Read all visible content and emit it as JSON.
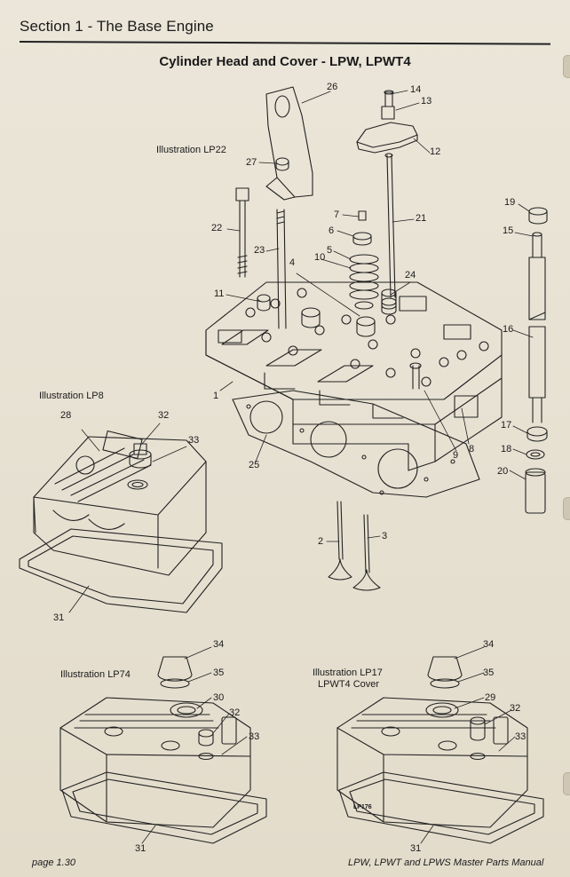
{
  "header": {
    "section": "Section 1 - The Base Engine",
    "title": "Cylinder Head and Cover - LPW, LPWT4"
  },
  "illustrations": {
    "lp22": "Illustration LP22",
    "lp8": "Illustration LP8",
    "lp74": "Illustration LP74",
    "lp17": "Illustration LP17",
    "lp17_sub": "LPWT4 Cover",
    "lp176_code": "LP176"
  },
  "callouts": {
    "c26": "26",
    "c14": "14",
    "c13": "13",
    "c12": "12",
    "c27": "27",
    "c22": "22",
    "c7": "7",
    "c6": "6",
    "c21": "21",
    "c23": "23",
    "c10": "10",
    "c5": "5",
    "c4": "4",
    "c24": "24",
    "c11": "11",
    "c19": "19",
    "c15": "15",
    "c16": "16",
    "c1": "1",
    "c17": "17",
    "c9": "9",
    "c8": "8",
    "c18": "18",
    "c20": "20",
    "c25": "25",
    "c2": "2",
    "c3": "3",
    "c28": "28",
    "c32": "32",
    "c33": "33",
    "c31": "31",
    "lp74_34": "34",
    "lp74_35": "35",
    "lp74_30": "30",
    "lp74_32": "32",
    "lp74_33": "33",
    "lp74_31": "31",
    "lp17_34": "34",
    "lp17_35": "35",
    "lp17_29": "29",
    "lp17_32": "32",
    "lp17_33": "33",
    "lp17_31": "31"
  },
  "footer": {
    "page": "page 1.30",
    "manual": "LPW, LPWT and LPWS Master Parts Manual"
  }
}
